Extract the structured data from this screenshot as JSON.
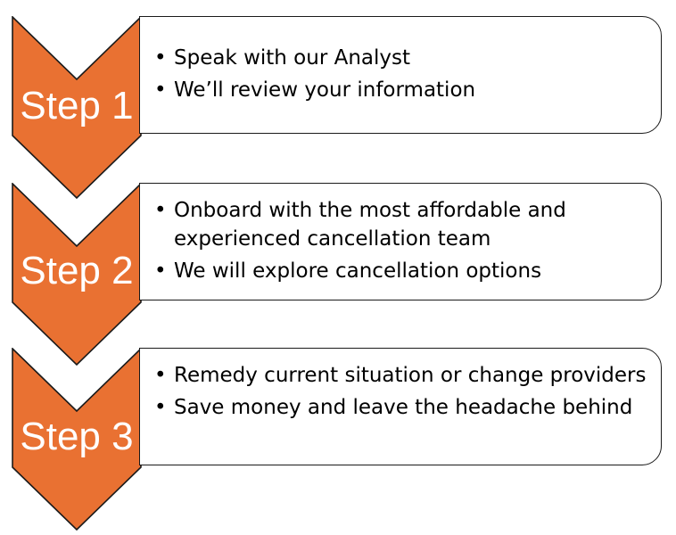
{
  "colors": {
    "chevron_fill": "#E97132",
    "chevron_stroke": "#1a1a1a",
    "label_text": "#ffffff",
    "card_border": "#1a1a1a"
  },
  "steps": [
    {
      "label": "Step 1",
      "bullets": [
        "Speak with our Analyst",
        "We’ll review your information"
      ]
    },
    {
      "label": "Step 2",
      "bullets": [
        "Onboard with the most affordable and experienced cancellation team",
        "We will explore cancellation options"
      ]
    },
    {
      "label": "Step 3",
      "bullets": [
        "Remedy current situation or change providers",
        "Save money and leave the headache behind"
      ]
    }
  ]
}
